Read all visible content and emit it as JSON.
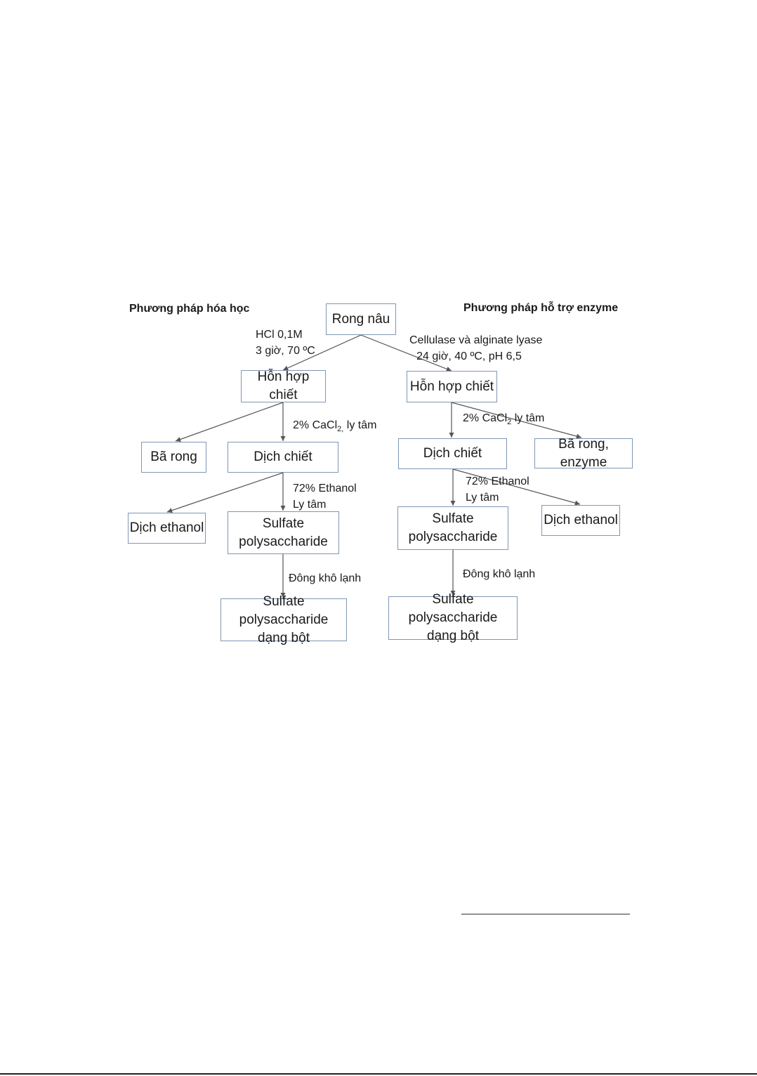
{
  "headers": {
    "left": "Phương pháp hóa học",
    "right": "Phương pháp hỗ trợ enzyme"
  },
  "nodes": {
    "root": "Rong nâu",
    "left_mix": "Hỗn hợp chiết",
    "right_mix": "Hỗn hợp chiết",
    "left_residue": "Bã rong",
    "left_extract": "Dịch chiết",
    "right_extract": "Dịch chiết",
    "right_residue": "Bã rong, enzyme",
    "left_ethanol": "Dịch ethanol",
    "left_sp_line1": "Sulfate",
    "left_sp_line2": "polysaccharide",
    "right_sp_line1": "Sulfate",
    "right_sp_line2": "polysaccharide",
    "right_ethanol": "Dịch ethanol",
    "left_powder_line1": "Sulfate polysaccharide",
    "left_powder_line2": "dạng bột",
    "right_powder_line1": "Sulfate polysaccharide",
    "right_powder_line2": "dạng bột"
  },
  "labels": {
    "left_hcl_1": "HCl 0,1M",
    "left_hcl_2": "3 giờ, 70 ºC",
    "right_enz_1": "Cellulase và alginate lyase",
    "right_enz_2": "24 giờ, 40 ºC, pH 6,5",
    "left_cacl_pre": "2% CaCl",
    "left_cacl_sub": "2,",
    "left_cacl_post": " ly tâm",
    "right_cacl_pre": "2% CaCl",
    "right_cacl_sub": "2",
    "right_cacl_post": " ly tâm",
    "left_eth_1": "72% Ethanol",
    "left_eth_2": "Ly tâm",
    "right_eth_1": "72% Ethanol",
    "right_eth_2": "Ly tâm",
    "left_dry": "Đông khô lạnh",
    "right_dry": "Đông khô lạnh"
  },
  "colors": {
    "box_border": "#7f97b5",
    "arrow": "#555555"
  }
}
